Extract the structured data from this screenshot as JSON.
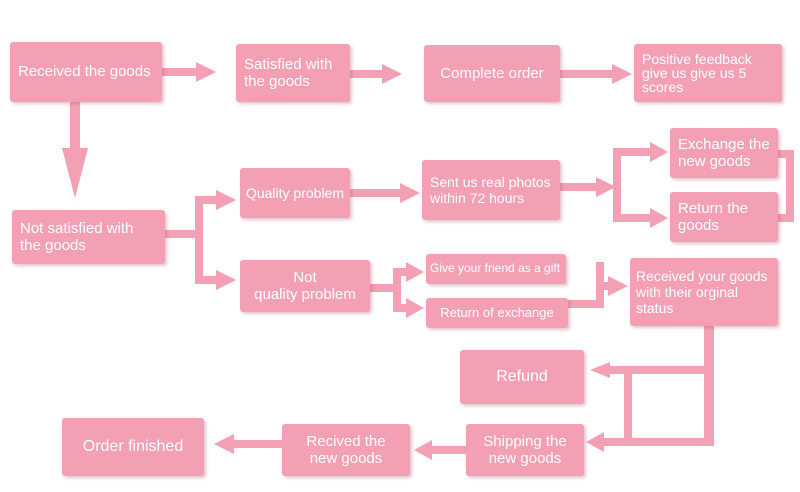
{
  "theme": {
    "box_color": "#f4a0b4",
    "arrow_color": "#f4a0b4",
    "text_color": "#ffffff"
  },
  "nodes": {
    "received_goods": "Received the goods",
    "satisfied": "Satisfied with\nthe goods",
    "complete_order": "Complete order",
    "positive_feedback": "Positive feedback\ngive us give us 5\nscores",
    "not_satisfied": "Not satisfied with\nthe goods",
    "quality_problem": "Quality problem",
    "sent_photos": "Sent us real photos\nwithin 72 hours",
    "exchange_new": "Exchange the\nnew goods",
    "return_goods": "Return the\ngoods",
    "not_quality_problem": "Not\nquality problem",
    "give_friend": "Give your friend as a gift",
    "return_exchange": "Return of exchange",
    "received_original": "Received your goods\nwith their orginal\nstatus",
    "refund": "Refund",
    "shipping_new": "Shipping the\nnew goods",
    "recived_new": "Recived the\nnew goods",
    "order_finished": "Order finished"
  }
}
